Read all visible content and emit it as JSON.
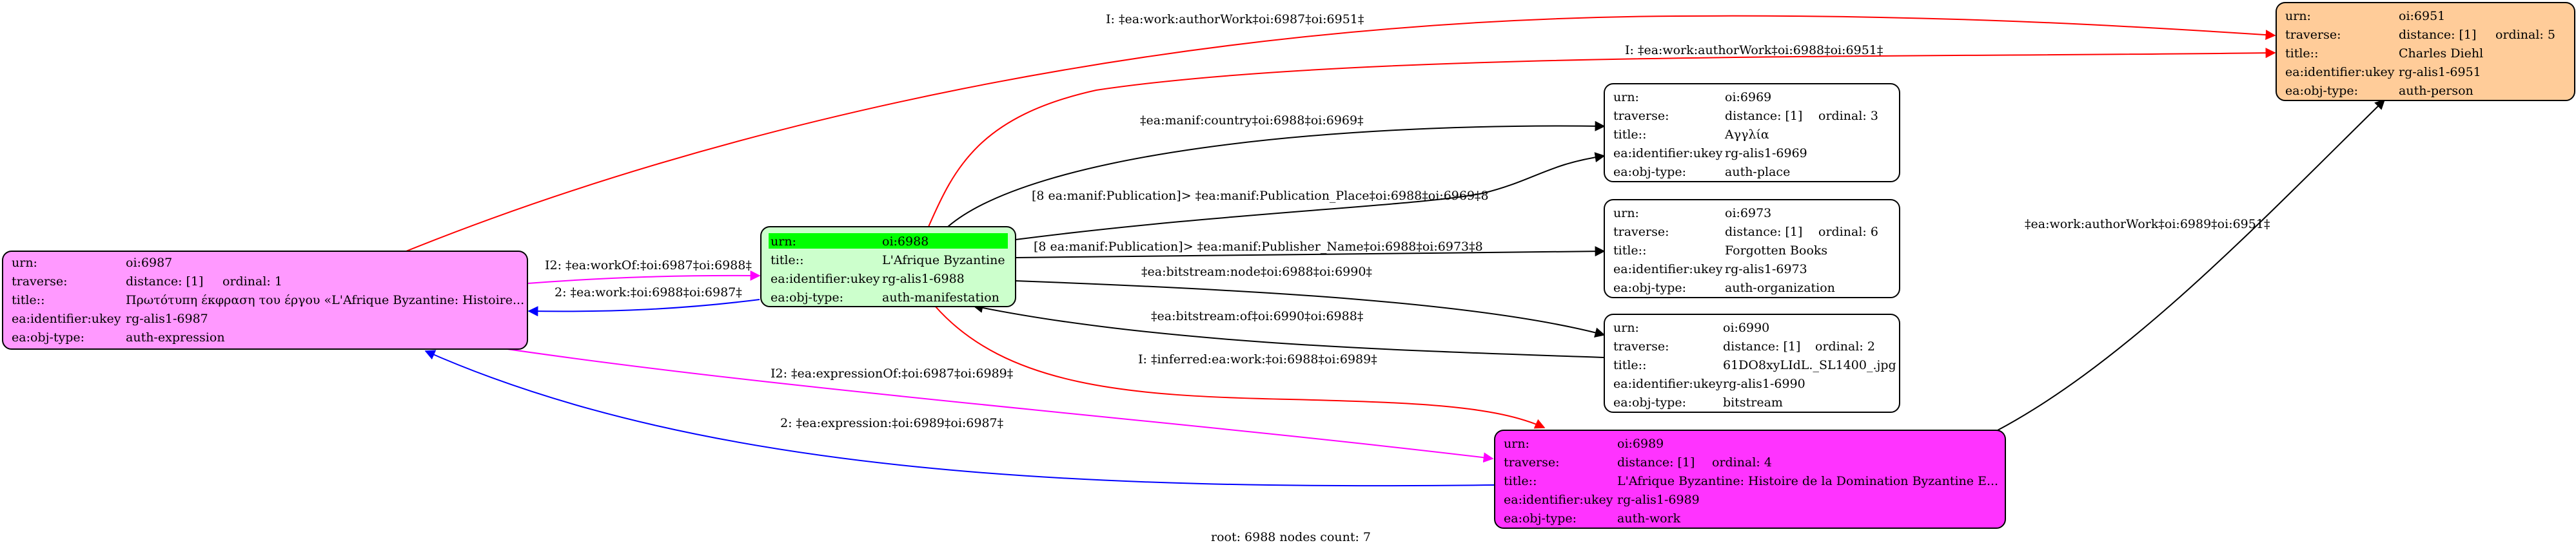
{
  "nodes": [
    {
      "id": "n6987",
      "fill": "#ff99ff",
      "rows": [
        [
          "urn:",
          "oi:6987",
          ""
        ],
        [
          "traverse:",
          "distance: [1]",
          "ordinal: 1"
        ],
        [
          "title::",
          "Πρωτότυπη έκφραση του έργου «L'Afrique Byzantine: Histoire...",
          ""
        ],
        [
          "ea:identifier:ukey",
          "rg-alis1-6987",
          ""
        ],
        [
          "ea:obj-type:",
          "auth-expression",
          ""
        ]
      ]
    },
    {
      "id": "n6988",
      "fill": "#ccffcc",
      "header_fill": "#00ff00",
      "rows": [
        [
          "urn:",
          "oi:6988",
          ""
        ],
        [
          "title::",
          "L'Afrique Byzantine",
          ""
        ],
        [
          "ea:identifier:ukey",
          "rg-alis1-6988",
          ""
        ],
        [
          "ea:obj-type:",
          "auth-manifestation",
          ""
        ]
      ]
    },
    {
      "id": "n6969",
      "fill": "#ffffff",
      "rows": [
        [
          "urn:",
          "oi:6969",
          ""
        ],
        [
          "traverse:",
          "distance: [1]",
          "ordinal: 3"
        ],
        [
          "title::",
          "Αγγλία",
          ""
        ],
        [
          "ea:identifier:ukey",
          "rg-alis1-6969",
          ""
        ],
        [
          "ea:obj-type:",
          "auth-place",
          ""
        ]
      ]
    },
    {
      "id": "n6973",
      "fill": "#ffffff",
      "rows": [
        [
          "urn:",
          "oi:6973",
          ""
        ],
        [
          "traverse:",
          "distance: [1]",
          "ordinal: 6"
        ],
        [
          "title::",
          "Forgotten Books",
          ""
        ],
        [
          "ea:identifier:ukey",
          "rg-alis1-6973",
          ""
        ],
        [
          "ea:obj-type:",
          "auth-organization",
          ""
        ]
      ]
    },
    {
      "id": "n6990",
      "fill": "#ffffff",
      "rows": [
        [
          "urn:",
          "oi:6990",
          ""
        ],
        [
          "traverse:",
          "distance: [1]",
          "ordinal: 2"
        ],
        [
          "title::",
          "61DO8xyLIdL._SL1400_.jpg",
          ""
        ],
        [
          "ea:identifier:ukey",
          "rg-alis1-6990",
          ""
        ],
        [
          "ea:obj-type:",
          "bitstream",
          ""
        ]
      ]
    },
    {
      "id": "n6951",
      "fill": "#ffcc99",
      "rows": [
        [
          "urn:",
          "oi:6951",
          ""
        ],
        [
          "traverse:",
          "distance: [1]",
          "ordinal: 5"
        ],
        [
          "title::",
          "Charles Diehl",
          ""
        ],
        [
          "ea:identifier:ukey",
          "rg-alis1-6951",
          ""
        ],
        [
          "ea:obj-type:",
          "auth-person",
          ""
        ]
      ]
    },
    {
      "id": "n6989",
      "fill": "#ff33ff",
      "rows": [
        [
          "urn:",
          "oi:6989",
          ""
        ],
        [
          "traverse:",
          "distance: [1]",
          "ordinal: 4"
        ],
        [
          "title::",
          "L'Afrique Byzantine: Histoire de la Domination Byzantine E...",
          ""
        ],
        [
          "ea:identifier:ukey",
          "rg-alis1-6989",
          ""
        ],
        [
          "ea:obj-type:",
          "auth-work",
          ""
        ]
      ]
    }
  ],
  "edges": [
    {
      "id": "e1",
      "label": "I: ‡ea:work:authorWork‡oi:6987‡oi:6951‡",
      "color": "#ff0000"
    },
    {
      "id": "e2",
      "label": "I: ‡ea:work:authorWork‡oi:6988‡oi:6951‡",
      "color": "#ff0000"
    },
    {
      "id": "e3",
      "label": "‡ea:manif:country‡oi:6988‡oi:6969‡",
      "color": "#000000"
    },
    {
      "id": "e4",
      "label": "[8 ea:manif:Publication]> ‡ea:manif:Publication_Place‡oi:6988‡oi:6969‡8",
      "color": "#000000"
    },
    {
      "id": "e5",
      "label": "[8 ea:manif:Publication]> ‡ea:manif:Publisher_Name‡oi:6988‡oi:6973‡8",
      "color": "#000000"
    },
    {
      "id": "e6",
      "label": "‡ea:bitstream:node‡oi:6988‡oi:6990‡",
      "color": "#000000"
    },
    {
      "id": "e7",
      "label": "‡ea:bitstream:of‡oi:6990‡oi:6988‡",
      "color": "#000000"
    },
    {
      "id": "e8",
      "label": "I2: ‡ea:workOf:‡oi:6987‡oi:6988‡",
      "color": "#ff00ff"
    },
    {
      "id": "e9",
      "label": "2: ‡ea:work:‡oi:6988‡oi:6987‡",
      "color": "#0000ff"
    },
    {
      "id": "e10",
      "label": "I: ‡inferred:ea:work:‡oi:6988‡oi:6989‡",
      "color": "#ff0000"
    },
    {
      "id": "e11",
      "label": "I2: ‡ea:expressionOf:‡oi:6987‡oi:6989‡",
      "color": "#ff00ff"
    },
    {
      "id": "e12",
      "label": "2: ‡ea:expression:‡oi:6989‡oi:6987‡",
      "color": "#0000ff"
    },
    {
      "id": "e13",
      "label": "‡ea:work:authorWork‡oi:6989‡oi:6951‡",
      "color": "#000000"
    }
  ],
  "footer": "root: 6988 nodes count: 7"
}
